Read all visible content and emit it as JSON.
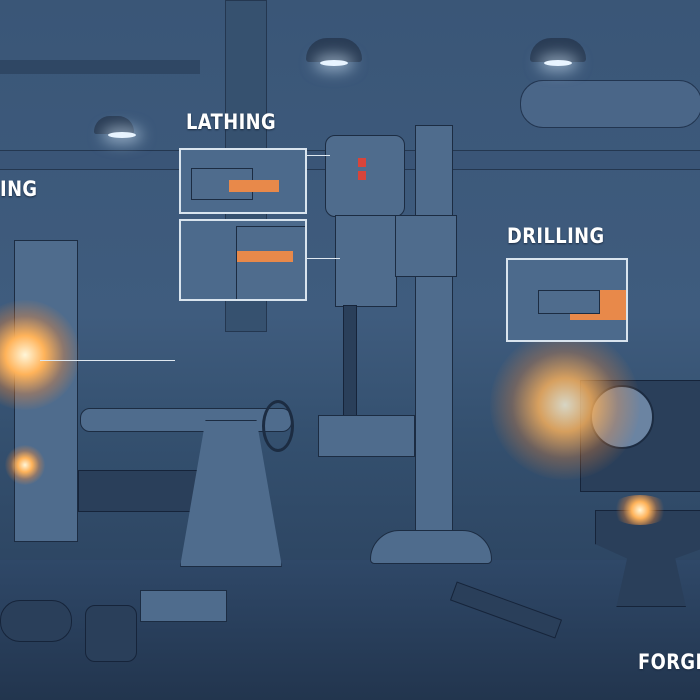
{
  "labels": {
    "welding_partial": "ING",
    "lathing": "LATHING",
    "drilling": "DRILLING",
    "forging_partial": "FORGIN"
  },
  "colors": {
    "background": "#3f5c7e",
    "accent_orange": "#e8894a",
    "outline": "#1c2c42",
    "label_text": "#ffffff"
  }
}
